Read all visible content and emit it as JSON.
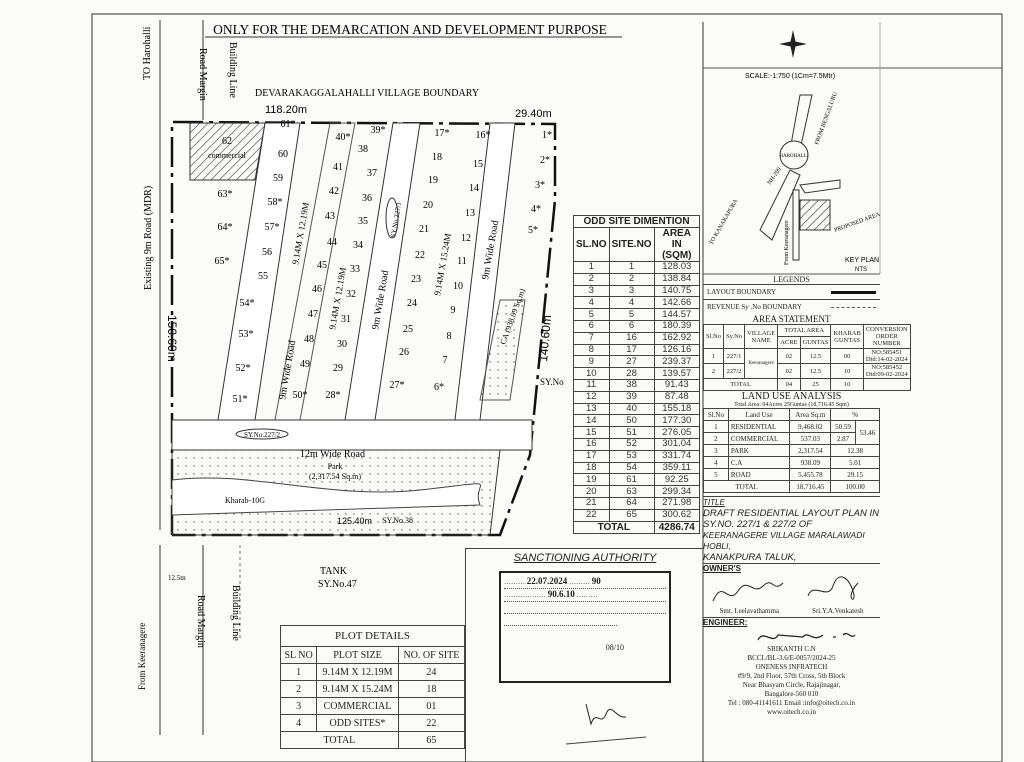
{
  "header": {
    "title": "ONLY FOR THE DEMARCATION AND DEVELOPMENT PURPOSE"
  },
  "site_plan": {
    "village_boundary": "DEVARAKAGGALAHALLI VILLAGE BOUNDARY",
    "to_harohalli": "TO Harohalli",
    "building_line": "Building Line",
    "road_margin": "Road Margin",
    "existing_road": "Existing 9m Road (MDR)",
    "dim_top": "118.20m",
    "dim_top_right": "29.40m",
    "dim_left": "150.60m",
    "dim_right": "140.60m",
    "road_9m": "9m Wide Road",
    "road_12m": "12m Wide Road",
    "size_a": "9.14M X 12.19M",
    "size_b": "9.14M X 15.24M",
    "sy_227_1": "SY.No.227/1",
    "sy_227_2": "SY.No.227/2",
    "sy_no": "SY.No",
    "ca": "CA (938.09 Sq.m)",
    "commercial": "commercial",
    "park": "Park",
    "park_area": "(2,317.54 Sq.m)",
    "kharab": "Kharab-10G",
    "dim_bottom": "125.40m",
    "sy_38": "SY.No.38",
    "tank": "TANK",
    "sy_47": "SY.No.47",
    "from_keeranagere": "From Keeranagere",
    "margin_dim": "12.5m",
    "plots": [
      "61*",
      "62",
      "60",
      "59",
      "58*",
      "57*",
      "56",
      "55",
      "63*",
      "64*",
      "65*",
      "54*",
      "53*",
      "52*",
      "51*",
      "40*",
      "39*",
      "38",
      "41",
      "37",
      "42",
      "36",
      "43",
      "35",
      "44",
      "34",
      "45",
      "33",
      "46",
      "32",
      "47",
      "31",
      "48",
      "30",
      "49",
      "29",
      "50*",
      "28*",
      "17*",
      "16*",
      "18",
      "15",
      "19",
      "14",
      "20",
      "13",
      "21",
      "12",
      "22",
      "11",
      "23",
      "10",
      "24",
      "9",
      "25",
      "8",
      "26",
      "7",
      "27*",
      "6*",
      "1*",
      "2*",
      "3*",
      "4*",
      "5*"
    ]
  },
  "odd_sites": {
    "title": "ODD SITE DIMENTION",
    "headers": [
      "SL.NO",
      "SITE.NO",
      "AREA IN (SQM)"
    ],
    "rows": [
      [
        "1",
        "1",
        "128.03"
      ],
      [
        "2",
        "2",
        "138.84"
      ],
      [
        "3",
        "3",
        "140.75"
      ],
      [
        "4",
        "4",
        "142.66"
      ],
      [
        "5",
        "5",
        "144.57"
      ],
      [
        "6",
        "6",
        "180.39"
      ],
      [
        "7",
        "16",
        "162.92"
      ],
      [
        "8",
        "17",
        "126.16"
      ],
      [
        "9",
        "27",
        "239.37"
      ],
      [
        "10",
        "28",
        "139.57"
      ],
      [
        "11",
        "38",
        "91.43"
      ],
      [
        "12",
        "39",
        "87.48"
      ],
      [
        "13",
        "40",
        "155.18"
      ],
      [
        "14",
        "50",
        "177.30"
      ],
      [
        "15",
        "51",
        "276.05"
      ],
      [
        "16",
        "52",
        "301.04"
      ],
      [
        "17",
        "53",
        "331.74"
      ],
      [
        "18",
        "54",
        "359.11"
      ],
      [
        "19",
        "61",
        "92.25"
      ],
      [
        "20",
        "63",
        "299.34"
      ],
      [
        "21",
        "64",
        "271.98"
      ],
      [
        "22",
        "65",
        "300.62"
      ]
    ],
    "total_label": "TOTAL",
    "total": "4286.74"
  },
  "key_plan": {
    "scale": "SCALE:-1:750 (1Cm=7.5Mtr)",
    "from_bengaluru": "FROM BENGALURU",
    "harohalli": "HAROHALLI",
    "nh": "NH-209",
    "to_kanakapura": "TO KANAKAPURA",
    "from_keeranagere": "From Keeranagere",
    "proposed": "PROPOSED AREA",
    "title": "KEY PLAN",
    "nts": "NTS"
  },
  "legends": {
    "title": "LEGENDS",
    "items": [
      "LAYOUT BOUNDARY",
      "REVENUE Sy .No BOUNDARY"
    ]
  },
  "area_statement": {
    "title": "AREA STATEMENT",
    "headers": [
      "Sl.No",
      "Sy.No",
      "VILLAGE NAME",
      "TOTAL AREA",
      "KHARAB GUNTAS",
      "CONVERSION ORDER NUMBER"
    ],
    "subheaders": [
      "ACRE",
      "GUNTAS"
    ],
    "village": "Keeranagere",
    "rows": [
      [
        "1",
        "227/1",
        "02",
        "12.5",
        "00",
        "NO:585451 Dtd:14-02-2024"
      ],
      [
        "2",
        "227/2",
        "02",
        "12.5",
        "10",
        "NO:585452 Dtd:09-02-2024"
      ]
    ],
    "total": [
      "TOTAL",
      "04",
      "25",
      "10"
    ]
  },
  "land_use": {
    "title": "LAND USE ANALYSIS",
    "subtitle": "Total Area: 04Acres 25Guntas (18,716.45 Sqm)",
    "headers": [
      "Sl.No",
      "Land Use",
      "Area Sq.m",
      "%"
    ],
    "rows": [
      [
        "1",
        "RESIDENTIAL",
        "9,468.02",
        "50.59"
      ],
      [
        "2",
        "COMMERCIAL",
        "537.03",
        "2.87"
      ],
      [
        "3",
        "PARK",
        "2,317.54",
        "12.38"
      ],
      [
        "4",
        "C.A",
        "938.09",
        "5.01"
      ],
      [
        "5",
        "ROAD",
        "5,455.78",
        "29.15"
      ]
    ],
    "combined": "53.46",
    "total": [
      "TOTAL",
      "18,716.45",
      "100.00"
    ]
  },
  "title_block": {
    "label": "TITLE",
    "lines": [
      "DRAFT RESIDENTIAL LAYOUT PLAN IN",
      "SY.NO. 227/1 & 227/2 OF",
      "KEERANAGERE VILLAGE MARALAWADI HOBLI,",
      "KANAKPURA TALUK,"
    ]
  },
  "owners": {
    "label": "OWNER'S",
    "names": [
      "Smt. Leelavathamma",
      "Sri.Y.A.Venkatesh"
    ]
  },
  "engineer": {
    "label": "ENGINEER:",
    "lines": [
      "SRIKANTH C.N",
      "BCCL/BL-3.6/E-0057/2024-25",
      "ONENESS INFRATECH",
      "#9/9, 2nd Floor, 57th Cross, 5th Block",
      "Near Bhasyam Circle, Rajajinagar,",
      "Bangalore-560 010",
      "Tel : 080-41141611 Email :info@oitech.co.in",
      "www.oitech.co.in"
    ]
  },
  "sanction": {
    "title": "SANCTIONING AUTHORITY",
    "date": "22.07.2024",
    "no": "90",
    "ref": "90.6.10",
    "initials": "08/10"
  },
  "plot_details": {
    "title": "PLOT DETAILS",
    "headers": [
      "SL NO",
      "PLOT SIZE",
      "NO. OF SITE"
    ],
    "rows": [
      [
        "1",
        "9.14M X 12.19M",
        "24"
      ],
      [
        "2",
        "9.14M X 15.24M",
        "18"
      ],
      [
        "3",
        "COMMERCIAL",
        "01"
      ],
      [
        "4",
        "ODD SITES*",
        "22"
      ]
    ],
    "total_label": "TOTAL",
    "total": "65"
  }
}
